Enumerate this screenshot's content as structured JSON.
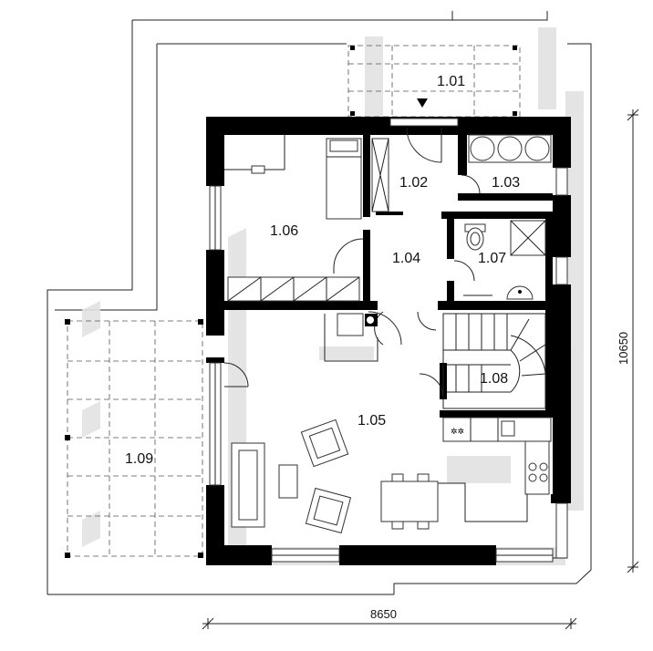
{
  "rooms": {
    "r101": "1.01",
    "r102": "1.02",
    "r103": "1.03",
    "r104": "1.04",
    "r105": "1.05",
    "r106": "1.06",
    "r107": "1.07",
    "r108": "1.08",
    "r109": "1.09"
  },
  "dimensions": {
    "width": "8650",
    "height": "10650"
  }
}
